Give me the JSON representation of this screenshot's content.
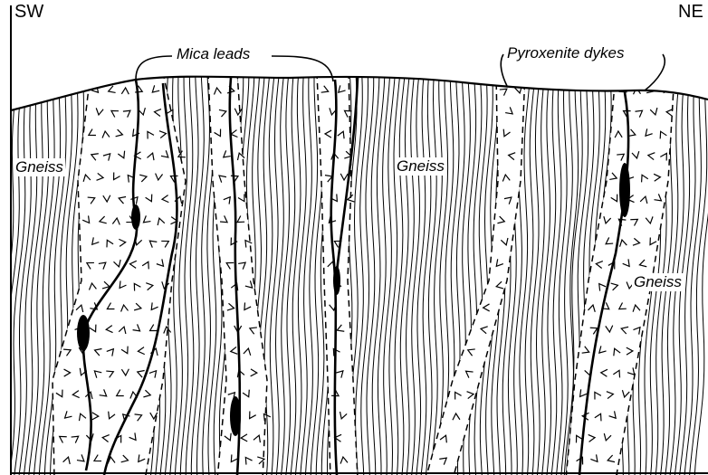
{
  "orientation": {
    "left": "SW",
    "right": "NE"
  },
  "callouts": {
    "mica": "Mica leads",
    "dykes": "Pyroxenite dykes"
  },
  "rock_labels": {
    "left": "Gneiss",
    "center": "Gneiss",
    "right": "Gneiss"
  },
  "colors": {
    "ink": "#000000",
    "paper": "#ffffff"
  }
}
